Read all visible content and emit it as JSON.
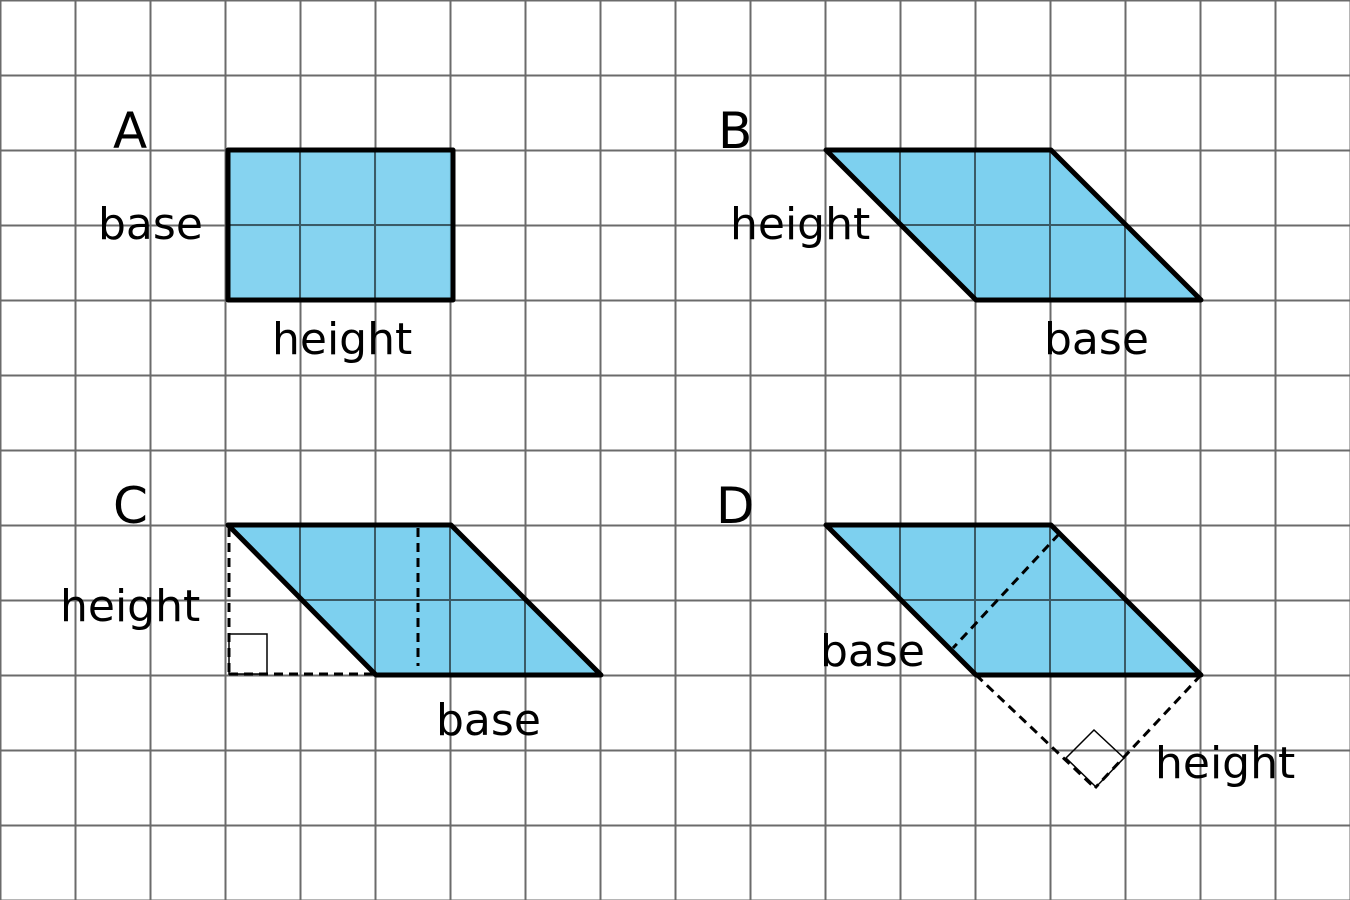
{
  "colors": {
    "grid": "#6b6b6b",
    "fill": "#7dd0ef",
    "stroke": "#000000",
    "background": "#ffffff"
  },
  "grid": {
    "spacing": 75,
    "cols": 18,
    "rows": 12
  },
  "figures": [
    {
      "id": "A",
      "label": "A",
      "base_label": "base",
      "height_label": "height"
    },
    {
      "id": "B",
      "label": "B",
      "base_label": "base",
      "height_label": "height"
    },
    {
      "id": "C",
      "label": "C",
      "base_label": "base",
      "height_label": "height"
    },
    {
      "id": "D",
      "label": "D",
      "base_label": "base",
      "height_label": "height"
    }
  ]
}
